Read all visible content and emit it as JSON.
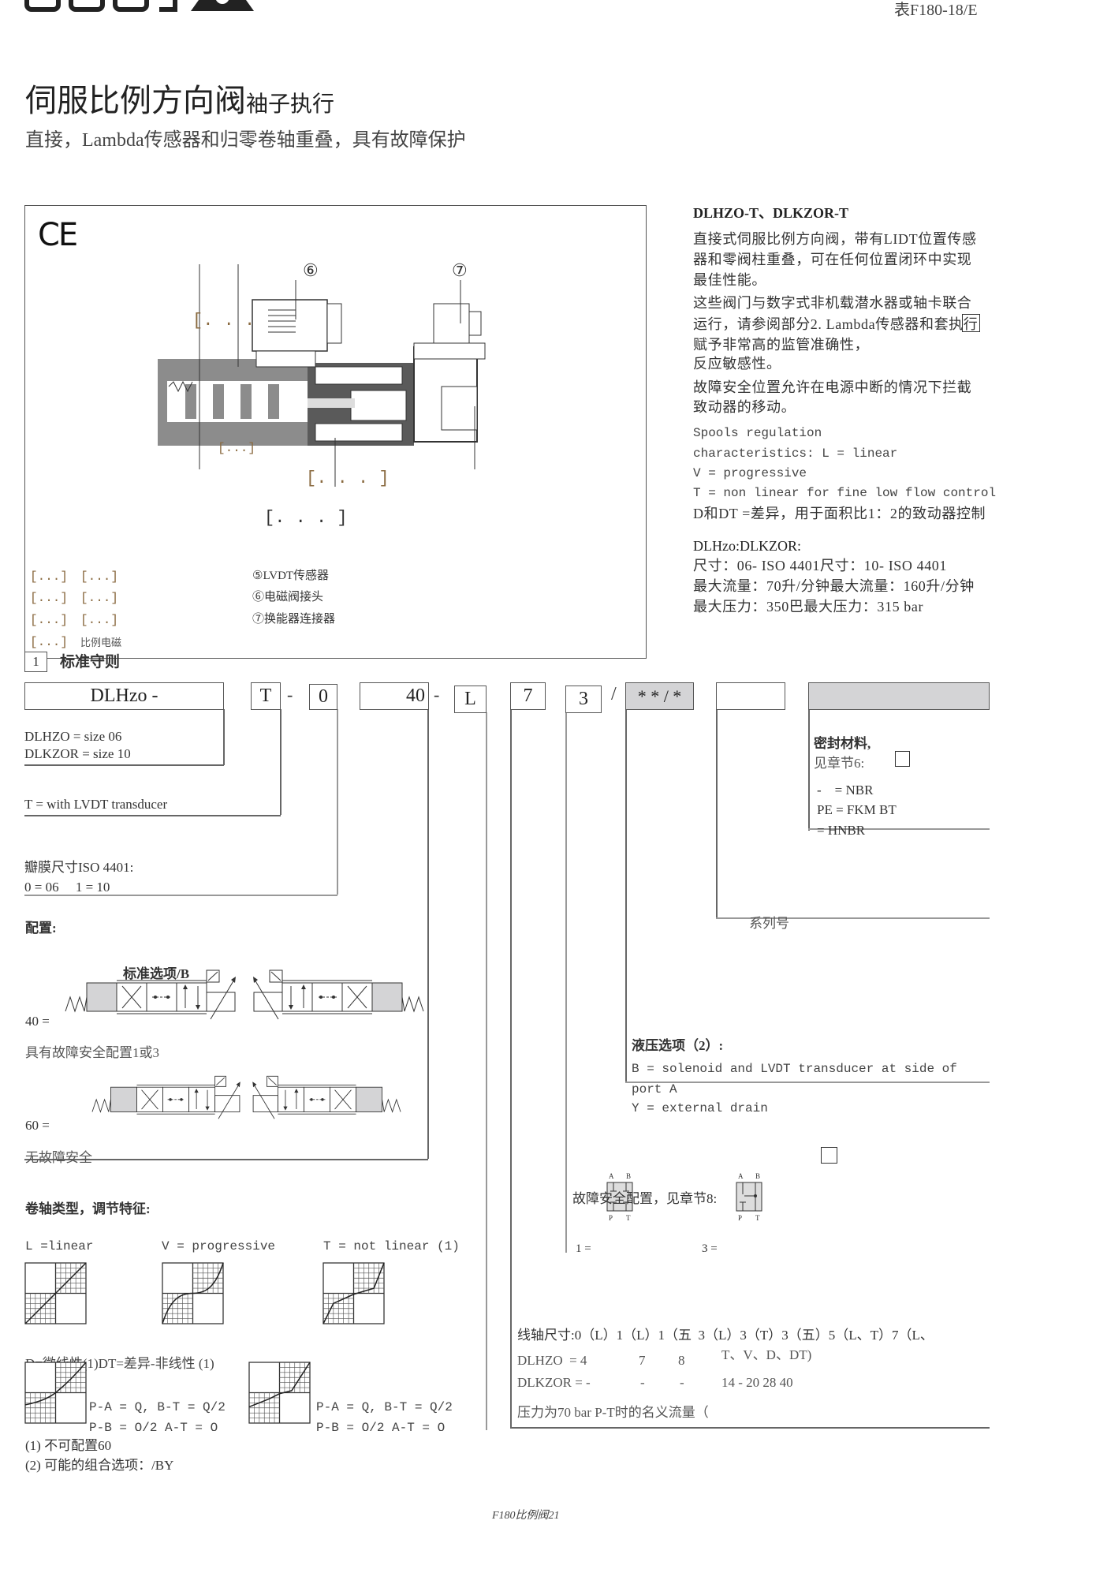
{
  "header": {
    "doc_code": "表F180-18/E",
    "title_main": "伺服比例方向阀",
    "title_sub": "袖子执行",
    "subtitle": "直接，Lambda传感器和归零卷轴重叠，具有故障保护"
  },
  "figure": {
    "ce_mark": "CE",
    "callout_6": "⑥",
    "callout_7": "⑦",
    "callouts": [
      "[. . .",
      "[...]",
      "[. . . ]",
      "[. . . ]"
    ],
    "legend_left": [
      "[...]",
      "[...]",
      "[...]",
      "[...]",
      "[...]",
      "[...]",
      "[...]",
      "比例电磁"
    ],
    "legend_right": [
      "⑤LVDT传感器",
      "⑥电磁阀接头",
      "⑦换能器连接器"
    ]
  },
  "section": {
    "number": "1",
    "title": "标准守则"
  },
  "description": {
    "title": "DLHZO-T、DLKZOR-T",
    "lines": [
      "直接式伺服比例方向阀，带有LIDT位置传感",
      "器和零阀柱重叠，可在任何位置闭环中实现",
      "最佳性能。",
      "这些阀门与数字式非机载潜水器或轴卡联合",
      "运行，请参阅部分2. Lambda传感器和套执行",
      "赋予非常高的监管准确性，",
      "反应敏感性。",
      "故障安全位置允许在电源中断的情况下拦截",
      "致动器的移动。"
    ],
    "spools": [
      "Spools regulation",
      "characteristics: L = linear",
      "V = progressive",
      "T = non linear for fine low flow control",
      "D和DT =差异，用于面积比1：2的致动器控制"
    ],
    "specs_title": "DLHzo:DLKZOR:",
    "specs": [
      "尺寸：06- ISO 4401尺寸：10- ISO 4401",
      "最大流量：70升/分钟最大流量：160升/分钟",
      "最大压力：350巴最大压力：315 bar"
    ]
  },
  "code": {
    "model": "DLHzo -",
    "t": "T",
    "dash": "-",
    "size": "0",
    "config": "40",
    "spool_type": "L",
    "spool_size": "7",
    "failsafe": "3",
    "slash": "/",
    "options": "* * / *",
    "series": "",
    "seal": "",
    "model_desc": [
      "DLHZO = size 06",
      "DLKZOR = size 10"
    ],
    "t_desc": "T = with LVDT transducer",
    "size_title": "瓣膜尺寸ISO 4401:",
    "size_desc": "0 = 06     1 = 10",
    "config_title": "配置:",
    "std_option": "标准选项/B",
    "config_40": "40 =",
    "failsafe_note": "具有故障安全配置1或3",
    "config_60": "60 =",
    "no_failsafe": "无故障安全",
    "seal_title": "密封材料,",
    "seal_see": "见章节6:",
    "seal_opts": [
      "-    = NBR",
      "PE = FKM BT",
      "= HNBR"
    ],
    "series_label": "系列号",
    "hyd_title": "液压选项（2）:",
    "hyd_opts": [
      "B = solenoid and LVDT transducer at side of",
      "port A",
      "Y = external drain"
    ],
    "fs_title": "故障安全配置，见章节8:",
    "fs_opts": [
      "1 =",
      "3 ="
    ],
    "port_labels": [
      "A",
      "B",
      "P",
      "T"
    ],
    "spool_title": "卷轴类型，调节特征:",
    "spool_L": "L =linear",
    "spool_V": "V = progressive",
    "spool_T": "T = not linear (1)",
    "spool_D": "D=微线性(1)DT=差异-非线性 (1)",
    "flow_1": "P-A = Q,   B-T = Q/2",
    "flow_2": "P-B = Q/2   A-T = Q",
    "size_table": {
      "header": "线轴尺寸:0（L）1（L）1（五  3（L）3（T）3（五）5（L、T）7（L、",
      "header_cont": "T、V、D、DT)",
      "dlhzo": [
        "DLHZO  = 4",
        "7",
        "8"
      ],
      "dlkzor": [
        "DLKZOR = -",
        "-",
        "-",
        "14 - 20 28 40"
      ],
      "note": "压力为70 bar P-T时的名义流量（"
    },
    "footnotes": [
      "(1) 不可配置60",
      "(2) 可能的组合选项：/BY"
    ]
  },
  "footer": {
    "page": "F180比例阀21"
  }
}
